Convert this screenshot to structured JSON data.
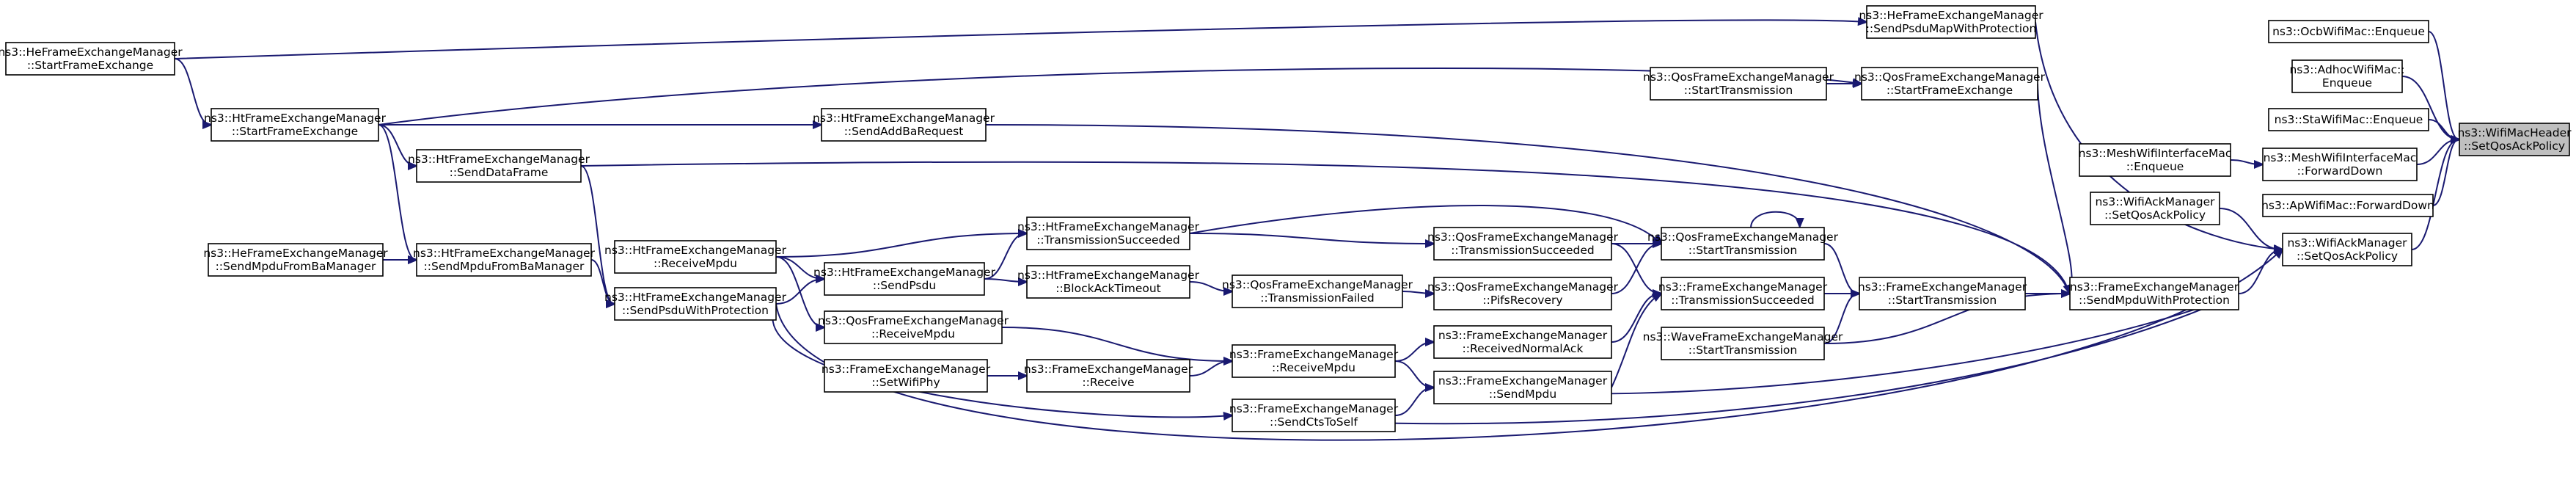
{
  "graph": {
    "title": "",
    "colors": {
      "edge": "#191970",
      "node_border": "#000000",
      "node_fill": "#ffffff",
      "target_fill": "#bfbfbf"
    },
    "nodes": [
      {
        "id": "setqos_hdr",
        "lines": [
          "ns3::WifiMacHeader",
          "::SetQosAckPolicy"
        ],
        "highlighted": true
      },
      {
        "id": "ocb_enq",
        "lines": [
          "ns3::OcbWifiMac::Enqueue"
        ]
      },
      {
        "id": "adhoc_enq",
        "lines": [
          "ns3::AdhocWifiMac::",
          "Enqueue"
        ]
      },
      {
        "id": "sta_enq",
        "lines": [
          "ns3::StaWifiMac::Enqueue"
        ]
      },
      {
        "id": "mesh_fwd",
        "lines": [
          "ns3::MeshWifiInterfaceMac",
          "::ForwardDown"
        ]
      },
      {
        "id": "ap_fwd",
        "lines": [
          "ns3::ApWifiMac::ForwardDown"
        ]
      },
      {
        "id": "ack_setqos",
        "lines": [
          "ns3::WifiAckManager",
          "::SetQosAckPolicy"
        ]
      },
      {
        "id": "mesh_enq",
        "lines": [
          "ns3::MeshWifiInterfaceMac",
          "::Enqueue"
        ]
      },
      {
        "id": "ack_setqos_caller",
        "lines": [
          "ns3::WifiAckManager",
          "::SetQosAckPolicy"
        ]
      },
      {
        "id": "he_psdumap",
        "lines": [
          "ns3::HeFrameExchangeManager",
          "::SendPsduMapWithProtection"
        ]
      },
      {
        "id": "qos_start_tx_a",
        "lines": [
          "ns3::QosFrameExchangeManager",
          "::StartTransmission"
        ]
      },
      {
        "id": "qos_start_fe",
        "lines": [
          "ns3::QosFrameExchangeManager",
          "::StartFrameExchange"
        ]
      },
      {
        "id": "fem_sendmpdu_prot",
        "lines": [
          "ns3::FrameExchangeManager",
          "::SendMpduWithProtection"
        ]
      },
      {
        "id": "he_start_fe",
        "lines": [
          "ns3::HeFrameExchangeManager",
          "::StartFrameExchange"
        ]
      },
      {
        "id": "ht_start_fe",
        "lines": [
          "ns3::HtFrameExchangeManager",
          "::StartFrameExchange"
        ]
      },
      {
        "id": "ht_addba",
        "lines": [
          "ns3::HtFrameExchangeManager",
          "::SendAddBaRequest"
        ]
      },
      {
        "id": "ht_senddata",
        "lines": [
          "ns3::HtFrameExchangeManager",
          "::SendDataFrame"
        ]
      },
      {
        "id": "he_sendmpdu_ba",
        "lines": [
          "ns3::HeFrameExchangeManager",
          "::SendMpduFromBaManager"
        ]
      },
      {
        "id": "ht_sendmpdu_ba",
        "lines": [
          "ns3::HtFrameExchangeManager",
          "::SendMpduFromBaManager"
        ]
      },
      {
        "id": "ht_recvmpdu",
        "lines": [
          "ns3::HtFrameExchangeManager",
          "::ReceiveMpdu"
        ]
      },
      {
        "id": "ht_sendpsdu_prot",
        "lines": [
          "ns3::HtFrameExchangeManager",
          "::SendPsduWithProtection"
        ]
      },
      {
        "id": "ht_tx_succ",
        "lines": [
          "ns3::HtFrameExchangeManager",
          "::TransmissionSucceeded"
        ]
      },
      {
        "id": "ht_sendpsdu",
        "lines": [
          "ns3::HtFrameExchangeManager",
          "::SendPsdu"
        ]
      },
      {
        "id": "ht_blockack_to",
        "lines": [
          "ns3::HtFrameExchangeManager",
          "::BlockAckTimeout"
        ]
      },
      {
        "id": "qos_recvmpdu",
        "lines": [
          "ns3::QosFrameExchangeManager",
          "::ReceiveMpdu"
        ]
      },
      {
        "id": "qos_tx_succ",
        "lines": [
          "ns3::QosFrameExchangeManager",
          "::TransmissionSucceeded"
        ]
      },
      {
        "id": "qos_start_tx",
        "lines": [
          "ns3::QosFrameExchangeManager",
          "::StartTransmission"
        ]
      },
      {
        "id": "qos_tx_fail",
        "lines": [
          "ns3::QosFrameExchangeManager",
          "::TransmissionFailed"
        ]
      },
      {
        "id": "qos_pifs",
        "lines": [
          "ns3::QosFrameExchangeManager",
          "::PifsRecovery"
        ]
      },
      {
        "id": "fem_tx_succ",
        "lines": [
          "ns3::FrameExchangeManager",
          "::TransmissionSucceeded"
        ]
      },
      {
        "id": "fem_start_tx",
        "lines": [
          "ns3::FrameExchangeManager",
          "::StartTransmission"
        ]
      },
      {
        "id": "wave_start_tx",
        "lines": [
          "ns3::WaveFrameExchangeManager",
          "::StartTransmission"
        ]
      },
      {
        "id": "fem_recv_normal_ack",
        "lines": [
          "ns3::FrameExchangeManager",
          "::ReceivedNormalAck"
        ]
      },
      {
        "id": "fem_recvmpdu",
        "lines": [
          "ns3::FrameExchangeManager",
          "::ReceiveMpdu"
        ]
      },
      {
        "id": "fem_sendmpdu",
        "lines": [
          "ns3::FrameExchangeManager",
          "::SendMpdu"
        ]
      },
      {
        "id": "fem_receive",
        "lines": [
          "ns3::FrameExchangeManager",
          "::Receive"
        ]
      },
      {
        "id": "fem_setwifiphy",
        "lines": [
          "ns3::FrameExchangeManager",
          "::SetWifiPhy"
        ]
      },
      {
        "id": "fem_sendcts",
        "lines": [
          "ns3::FrameExchangeManager",
          "::SendCtsToSelf"
        ]
      }
    ]
  }
}
